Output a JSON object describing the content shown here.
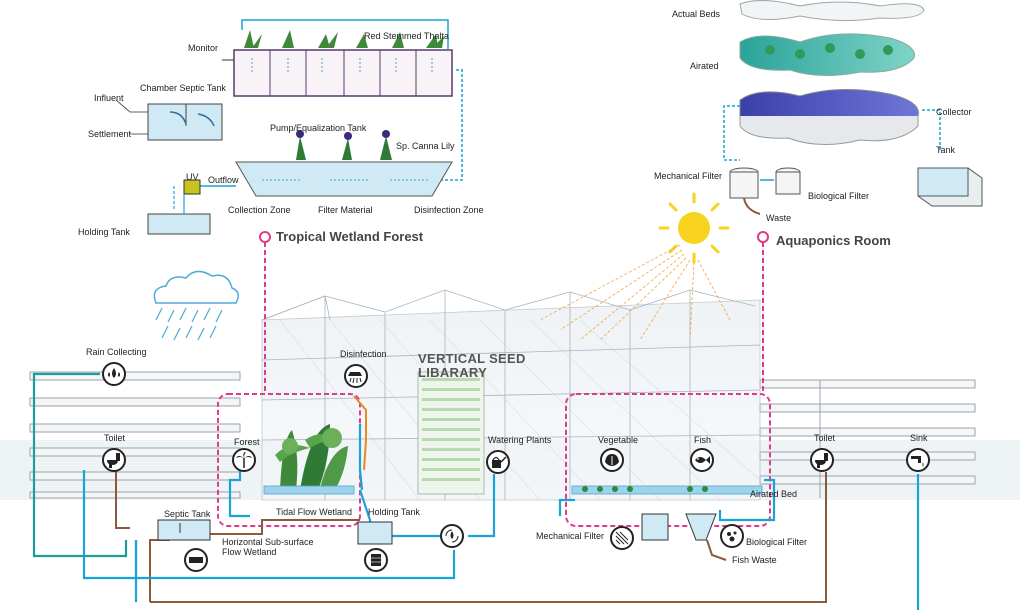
{
  "wetland_system": {
    "monitor": "Monitor",
    "red_stemmed_thalta": "Red Stemmed Thalta",
    "influent": "Influent",
    "chamber_septic_tank": "Chamber Septic Tank",
    "settlement": "Settlement",
    "pump_equalization_tank": "Pump/Equalization Tank",
    "sp_canna_lily": "Sp. Canna Lily",
    "uv": "UV",
    "outflow": "Outflow",
    "collection_zone": "Collection Zone",
    "filter_material": "Filter Material",
    "disinfection_zone": "Disinfection Zone",
    "holding_tank": "Holding Tank"
  },
  "aquaponics_system": {
    "actual_beds": "Actual Beds",
    "airated": "Airated",
    "collector": "Collector",
    "tank": "Tank",
    "mechanical_filter": "Mechanical Filter",
    "biological_filter": "Biological Filter",
    "waste": "Waste"
  },
  "section": {
    "tropical_wetland_forest": "Tropical Wetland Forest",
    "aquaponics_room": "Aquaponics Room",
    "vertical_seed_line1": "VERTICAL SEED",
    "vertical_seed_line2": "LIBARARY",
    "rain_collecting": "Rain Collecting",
    "disinfection": "Disinfection",
    "toilet_left": "Toilet",
    "forest": "Forest",
    "watering_plants": "Watering Plants",
    "vegetable": "Vegetable",
    "fish": "Fish",
    "toilet_right": "Toilet",
    "sink": "Sink",
    "septic_tank": "Septic Tank",
    "tidal_flow_wetland": "Tidal Flow Wetland",
    "holding_tank": "Holding Tank",
    "horizontal_line1": "Horizontal Sub-surface",
    "horizontal_line2": "Flow Wetland",
    "airated_bed": "Airated Bed",
    "mechanical_filter": "Mechanical Filter",
    "biological_filter": "Biological Filter",
    "fish_waste": "Fish Waste"
  },
  "colors": {
    "water_blue": "#1aa3d9",
    "brown_pipe": "#8b5a3c",
    "pink_dashed": "#e23a8a",
    "teal_pipe": "#1c9c9a",
    "sun_yellow": "#f7d21e",
    "sun_rays": "#f2a44a",
    "uv_box": "#c8c31e",
    "tank_water": "#cfe9f5"
  },
  "icons": [
    "rain-icon",
    "shower-icon",
    "toilet-icon",
    "palm-icon",
    "watering-can-icon",
    "lettuce-icon",
    "fish-icon",
    "sink-faucet-icon",
    "drop-recycle-icon",
    "filter-icon",
    "tank-icon"
  ]
}
